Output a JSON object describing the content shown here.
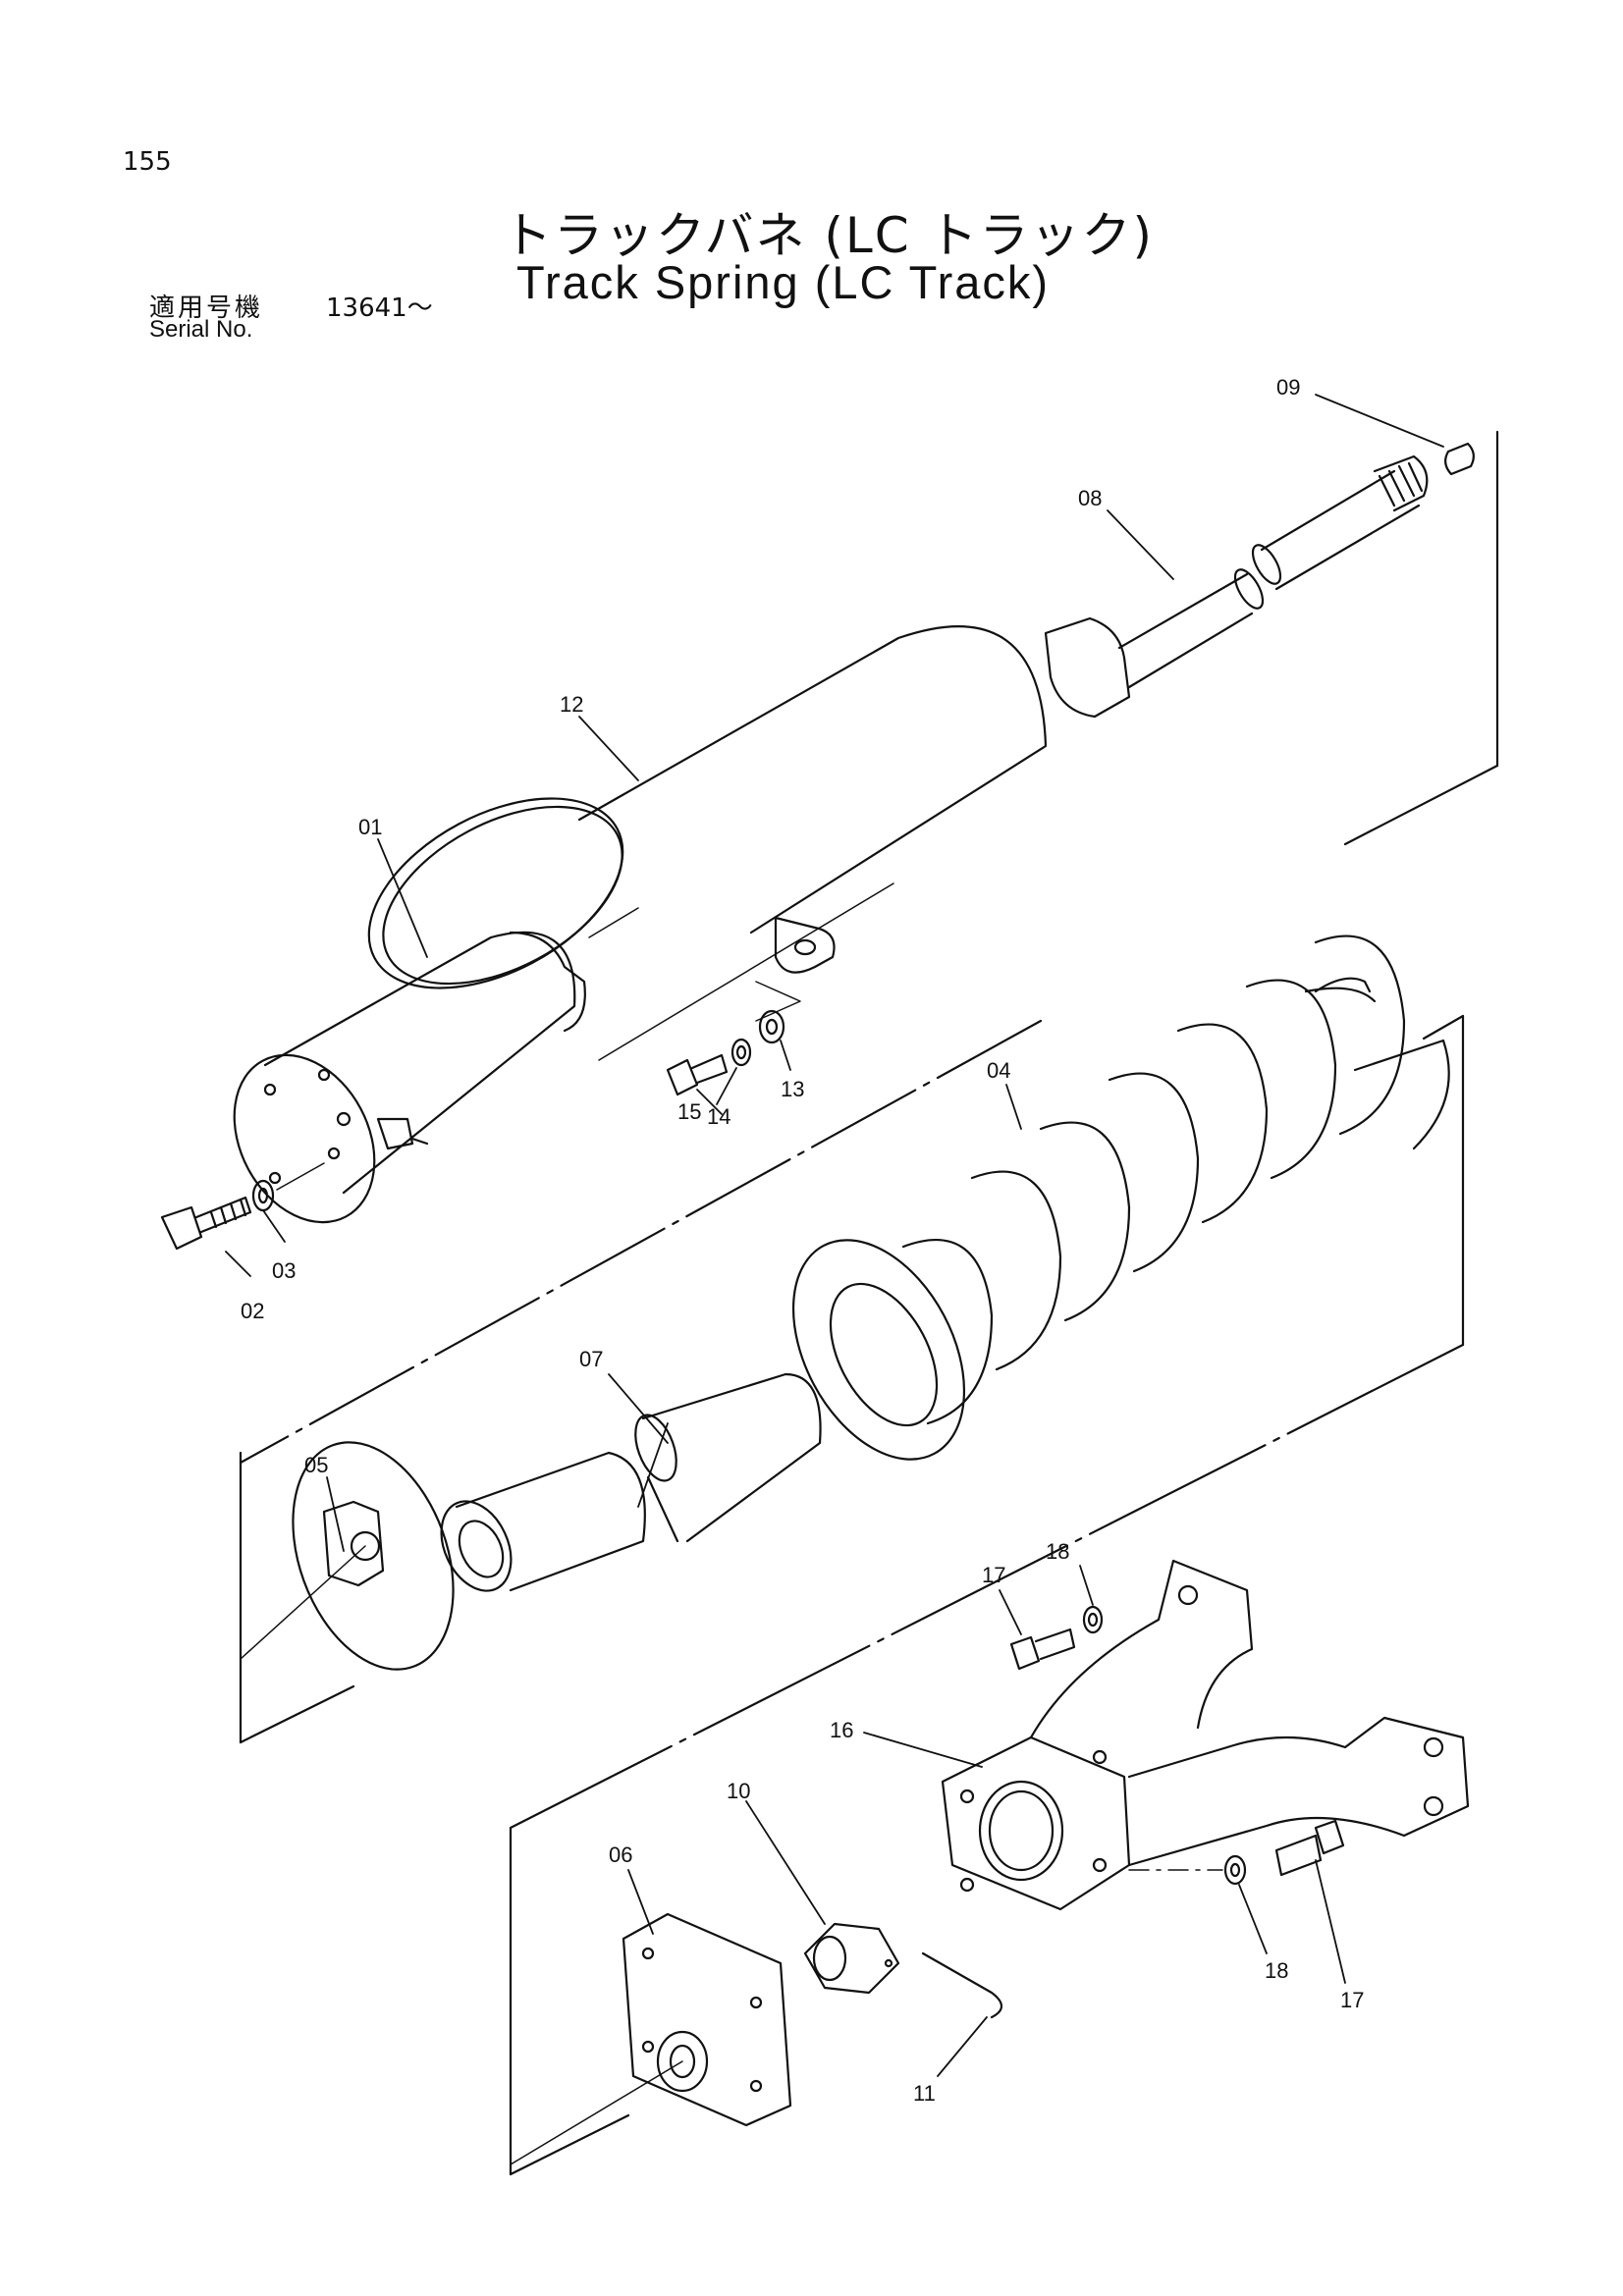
{
  "page": {
    "number": "155",
    "title_jp": "トラックバネ (LC トラック)",
    "title_en": "Track Spring (LC Track)",
    "serial_label_jp": "適用号機",
    "serial_range": "13641～",
    "serial_label_en": "Serial No."
  },
  "callouts": [
    "01",
    "02",
    "03",
    "04",
    "05",
    "06",
    "07",
    "08",
    "09",
    "10",
    "11",
    "12",
    "13",
    "14",
    "15",
    "16",
    "17",
    "17",
    "18",
    "18"
  ]
}
